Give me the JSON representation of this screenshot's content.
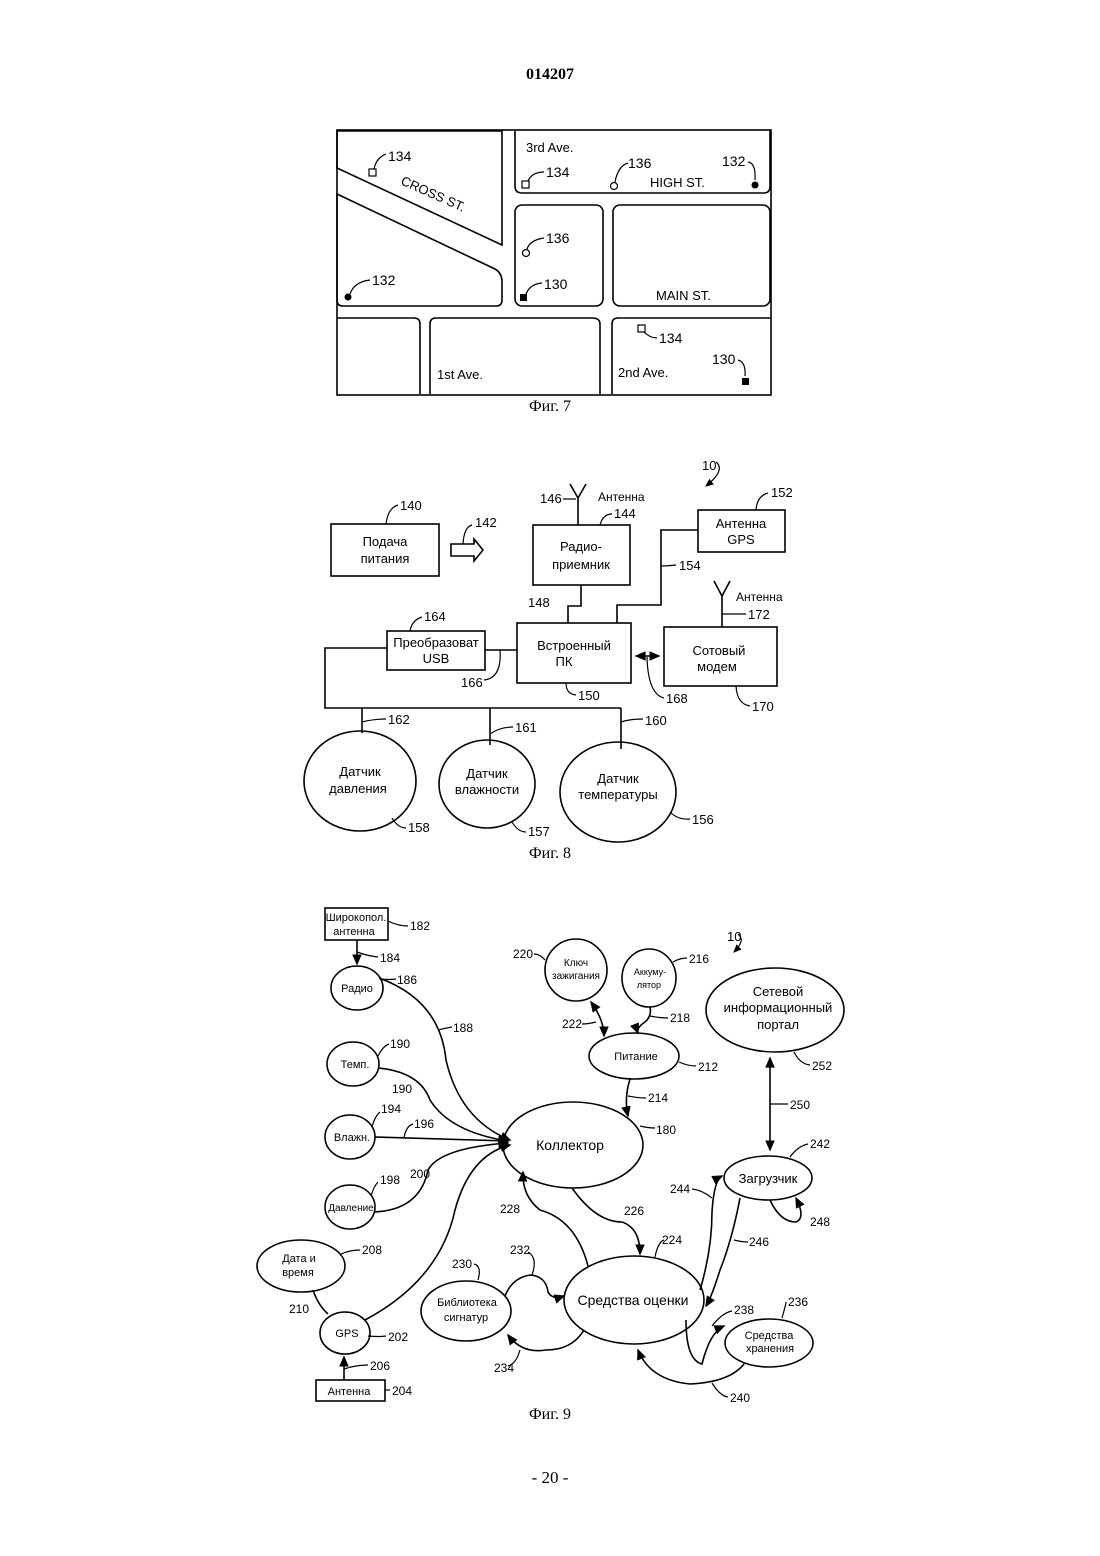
{
  "header": {
    "doc_number": "014207"
  },
  "footer": {
    "page_number": "- 20 -"
  },
  "fig7": {
    "caption": "Фиг. 7",
    "streets": {
      "third_ave": "3rd Ave.",
      "cross_st": "CROSS ST.",
      "high_st": "HIGH ST.",
      "main_st": "MAIN ST.",
      "first_ave": "1st Ave.",
      "second_ave": "2nd Ave."
    },
    "refs": {
      "r134a": "134",
      "r134b": "134",
      "r134c": "134",
      "r136a": "136",
      "r136b": "136",
      "r132a": "132",
      "r132b": "132",
      "r130a": "130",
      "r130b": "130"
    }
  },
  "fig8": {
    "caption": "Фиг. 8",
    "ref_system": "10",
    "power": {
      "l1": "Подача",
      "l2": "питания",
      "ref": "140",
      "arrow_ref": "142"
    },
    "radio": {
      "l1": "Радио-",
      "l2": "приемник",
      "ref": "144",
      "antenna_label": "Антенна",
      "antenna_ref": "146",
      "link_ref": "148"
    },
    "gps": {
      "l1": "Антенна",
      "l2": "GPS",
      "ref": "152",
      "link_ref": "154"
    },
    "usb": {
      "l1": "Преобразоват",
      "l2": "USB",
      "ref": "164",
      "link_ref": "166"
    },
    "pc": {
      "l1": "Встроенный",
      "l2": "ПК",
      "ref": "150"
    },
    "modem": {
      "l1": "Сотовый",
      "l2": "модем",
      "ref": "170",
      "antenna_label": "Антенна",
      "antenna_ref": "172",
      "link_ref": "168"
    },
    "sensors": {
      "pressure": {
        "l1": "Датчик",
        "l2": "давления",
        "ref": "158",
        "line_ref": "162"
      },
      "humidity": {
        "l1": "Датчик",
        "l2": "влажности",
        "ref": "157",
        "line_ref": "161"
      },
      "temperature": {
        "l1": "Датчик",
        "l2": "температуры",
        "ref": "156",
        "line_ref": "160"
      }
    }
  },
  "fig9": {
    "caption": "Фиг. 9",
    "ref_system": "10",
    "broadband": {
      "l1": "Широкопол.",
      "l2": "антенна",
      "ref": "182",
      "link_ref": "184"
    },
    "radio": {
      "label": "Радио",
      "ref": "186",
      "link_ref": "188"
    },
    "temp": {
      "label": "Темп.",
      "ref": "190",
      "link_ref": "190"
    },
    "humid": {
      "label": "Влажн.",
      "ref": "194",
      "link_ref": "196"
    },
    "pressure": {
      "label": "Давление",
      "ref": "198",
      "link_ref": "200"
    },
    "datetime": {
      "l1": "Дата и",
      "l2": "время",
      "ref": "208",
      "link_ref": "210"
    },
    "gps": {
      "label": "GPS",
      "ref": "202",
      "link_ref": "206"
    },
    "antenna": {
      "label": "Антенна",
      "ref": "204"
    },
    "ignition": {
      "l1": "Ключ",
      "l2": "зажигания",
      "ref": "220",
      "link_ref": "222"
    },
    "battery": {
      "l1": "Аккуму-",
      "l2": "лятор",
      "ref": "216",
      "link_ref": "218"
    },
    "power": {
      "label": "Питание",
      "ref": "212",
      "link_ref": "214"
    },
    "collector": {
      "label": "Коллектор",
      "ref": "180"
    },
    "portal": {
      "l1": "Сетевой",
      "l2": "информационный",
      "l3": "портал",
      "ref": "252",
      "link_ref": "250"
    },
    "loader": {
      "label": "Загрузчик",
      "ref": "242",
      "self_ref": "248",
      "in_ref": "244",
      "out_ref": "246"
    },
    "evaluation": {
      "label": "Средства оценки",
      "ref": "224",
      "in_ref": "226",
      "back_ref": "228"
    },
    "library": {
      "l1": "Библиотека",
      "l2": "сигнатур",
      "ref": "230",
      "in_ref": "232",
      "out_ref": "234"
    },
    "storage": {
      "l1": "Средства",
      "l2": "хранения",
      "ref": "236",
      "in_ref": "238",
      "back_ref": "240"
    }
  }
}
